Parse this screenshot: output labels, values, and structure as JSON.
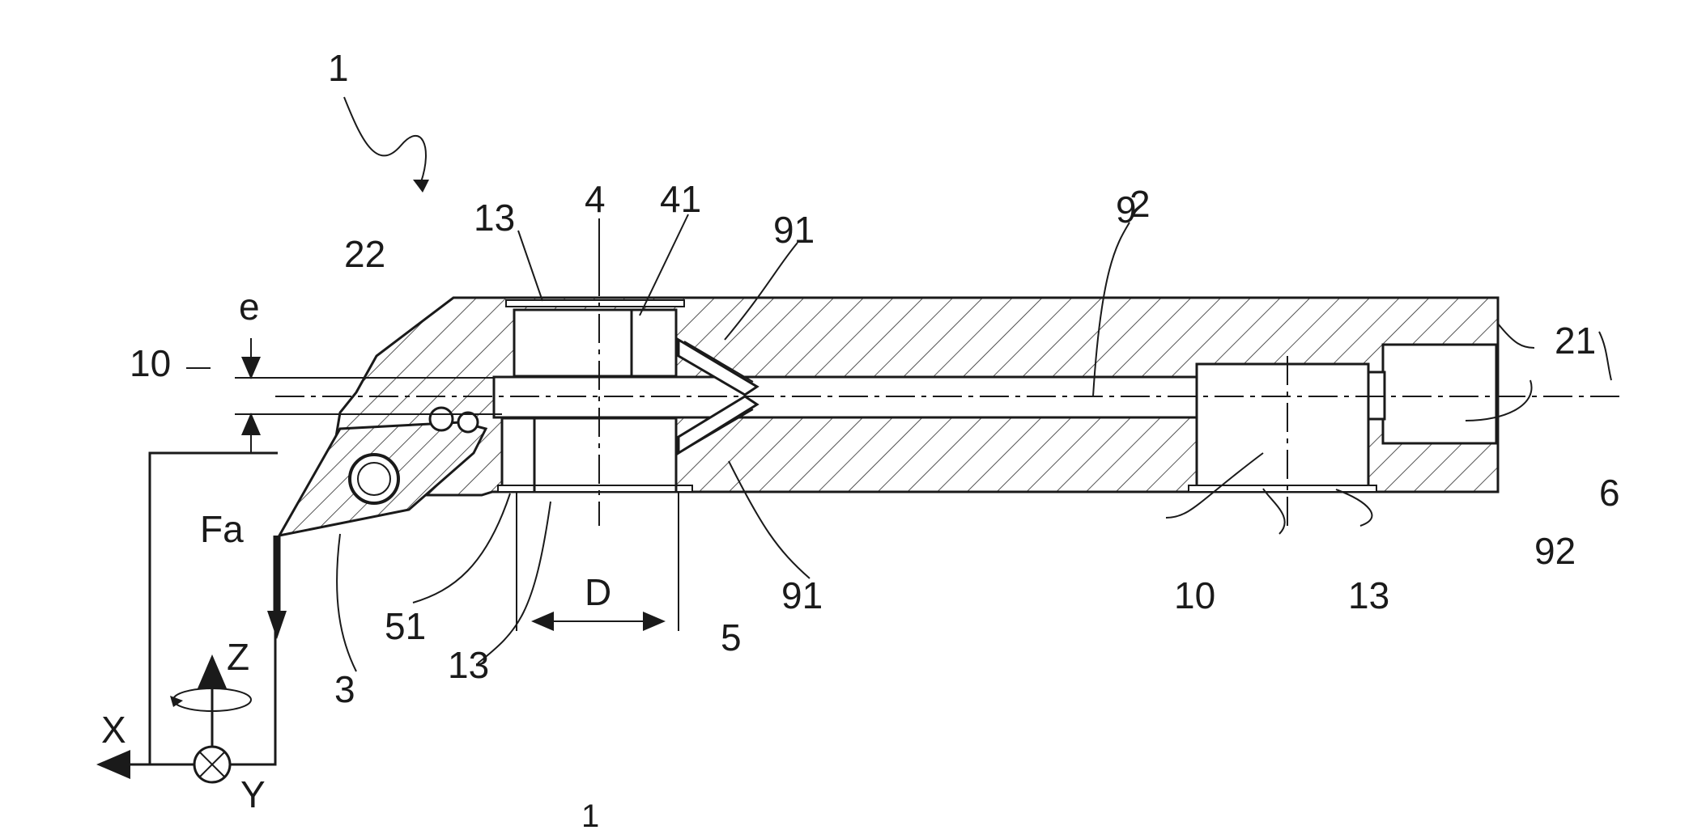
{
  "figure": {
    "labels": {
      "ref_1": "1",
      "ref_2": "2",
      "ref_3": "3",
      "ref_4": "4",
      "ref_5": "5",
      "ref_6": "6",
      "ref_9": "9",
      "ref_10_left": "10",
      "ref_10_right": "10",
      "ref_13_top": "13",
      "ref_13_bottom_left": "13",
      "ref_13_bottom_right": "13",
      "ref_21": "21",
      "ref_22": "22",
      "ref_41": "41",
      "ref_51": "51",
      "ref_91_top": "91",
      "ref_91_bottom": "91",
      "ref_92": "92",
      "dim_e": "e",
      "dim_D": "D",
      "force_Fa": "Fa",
      "axis_X": "X",
      "axis_Y": "Y",
      "axis_Z": "Z",
      "page_mark": "1"
    }
  }
}
